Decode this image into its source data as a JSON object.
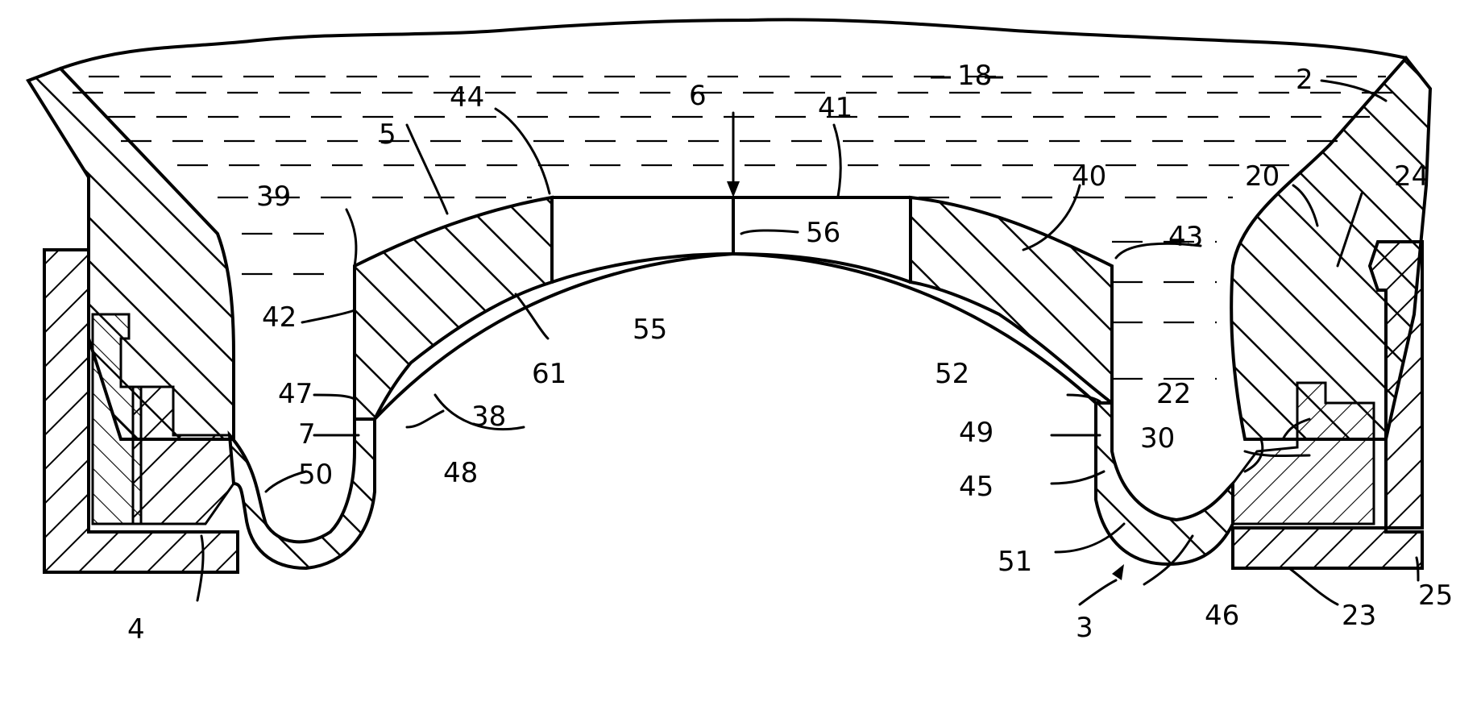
{
  "figure": {
    "liquid_label": "18",
    "reference_numerals": {
      "n2": "2",
      "n3": "3",
      "n4": "4",
      "n5": "5",
      "n6": "6",
      "n7": "7",
      "n20": "20",
      "n22": "22",
      "n23": "23",
      "n24": "24",
      "n25": "25",
      "n30": "30",
      "n38": "38",
      "n39": "39",
      "n40": "40",
      "n41": "41",
      "n42": "42",
      "n43": "43",
      "n44": "44",
      "n45": "45",
      "n46": "46",
      "n47": "47",
      "n48": "48",
      "n49": "49",
      "n50": "50",
      "n51": "51",
      "n52": "52",
      "n55": "55",
      "n56": "56",
      "n61": "61"
    }
  }
}
